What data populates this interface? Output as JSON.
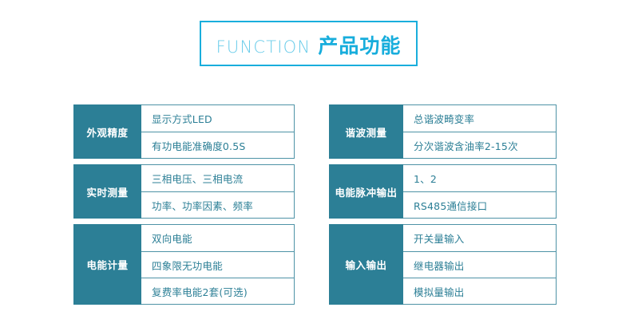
{
  "page": {
    "background_color": "#ffffff",
    "accent_cyan": "#17ADDC",
    "accent_cyan_light": "#6CCDEA",
    "teal": "#2C7F96",
    "border_teal": "#4E93A6"
  },
  "title": {
    "english": "FUNCTION",
    "chinese": "产品功能"
  },
  "columns": [
    {
      "id": "left",
      "groups": [
        {
          "label": "外观精度",
          "rows": [
            "显示方式LED",
            "有功电能准确度0.5S"
          ]
        },
        {
          "label": "实时测量",
          "rows": [
            "三相电压、三相电流",
            "功率、功率因素、频率"
          ]
        },
        {
          "label": "电能计量",
          "rows": [
            "双向电能",
            "四象限无功电能",
            "复费率电能2套(可选)"
          ]
        }
      ]
    },
    {
      "id": "right",
      "groups": [
        {
          "label": "谐波测量",
          "rows": [
            "总谐波畸变率",
            "分次谐波含油率2-15次"
          ]
        },
        {
          "label": "电能脉冲输出",
          "rows": [
            "1、2",
            "RS485通信接口"
          ]
        },
        {
          "label": "输入输出",
          "rows": [
            "开关量输入",
            "继电器输出",
            "模拟量输出"
          ]
        }
      ]
    }
  ]
}
